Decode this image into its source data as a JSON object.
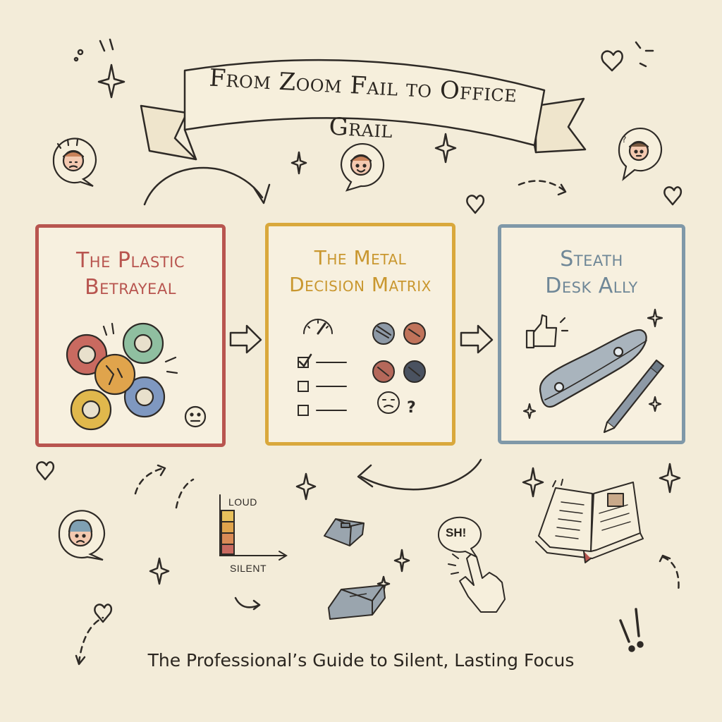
{
  "banner": {
    "title": "From Zoom Fail to Office Grail"
  },
  "panels": [
    {
      "title_line1": "The Plastic",
      "title_line2": "Betrayeal",
      "color": "#b8554f"
    },
    {
      "title_line1": "The Metal",
      "title_line2": "Decision Matrix",
      "color": "#d9a83c"
    },
    {
      "title_line1": "Steath",
      "title_line2": "Desk Ally",
      "color": "#7f98a8"
    }
  ],
  "noise_meter": {
    "top_label": "LOUD",
    "bottom_label": "SILENT"
  },
  "speech_bubble": {
    "text": "SH!"
  },
  "matrix_question": "?",
  "exclaim": "!!",
  "footer": {
    "text": "The Professional’s Guide to Silent, Lasting Focus"
  },
  "colors": {
    "background": "#f3ecd9",
    "red": "#b8554f",
    "gold": "#d9a83c",
    "blue": "#7f98a8",
    "ink": "#2e2a26"
  }
}
